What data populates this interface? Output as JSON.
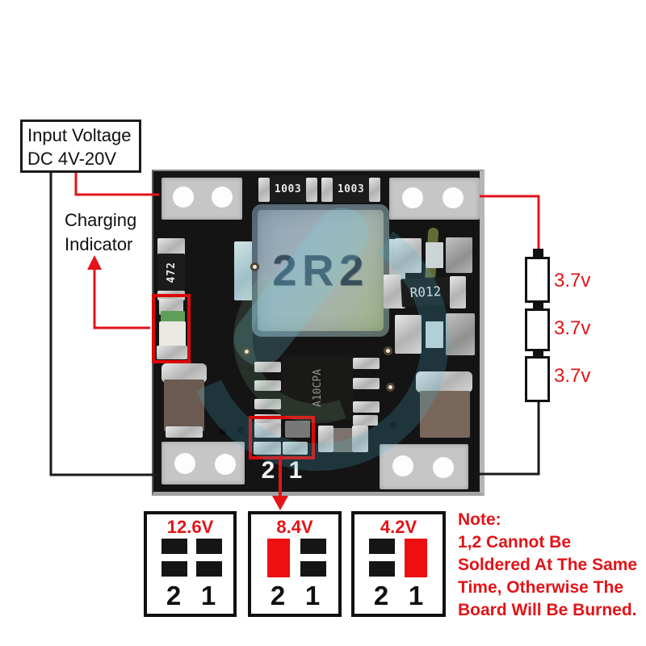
{
  "annotations": {
    "input_voltage": {
      "line1": "Input Voltage",
      "line2": "DC 4V-20V"
    },
    "charging_indicator": {
      "line1": "Charging",
      "line2": "Indicator"
    },
    "note": {
      "title": "Note:",
      "lines": [
        "1,2 Cannot Be",
        "Soldered At The Same",
        "Time, Otherwise The",
        "Board Will Be Burned."
      ]
    }
  },
  "board": {
    "markings": {
      "top_resistor_1": "1003",
      "top_resistor_2": "1003",
      "left_resistor": "472",
      "inductor": "2R2",
      "sense_resistor": "R012",
      "ic": "A10CPA",
      "jumper_pad_2": "2",
      "jumper_pad_1": "1"
    }
  },
  "battery_stack": {
    "cells": [
      "3.7v",
      "3.7v",
      "3.7v"
    ]
  },
  "voltage_options": [
    {
      "title": "12.6V",
      "bridged_pad": "none",
      "pin2": "2",
      "pin1": "1"
    },
    {
      "title": "8.4V",
      "bridged_pad": "2",
      "pin2": "2",
      "pin1": "1"
    },
    {
      "title": "4.2V",
      "bridged_pad": "1",
      "pin2": "2",
      "pin1": "1"
    }
  ],
  "colors": {
    "annotation_red": "#e21418",
    "bridge_red": "#ee1010",
    "wire_black": "#1a1a1a",
    "pcb_black": "#141414",
    "pad_silver": "#c6c6c6"
  }
}
